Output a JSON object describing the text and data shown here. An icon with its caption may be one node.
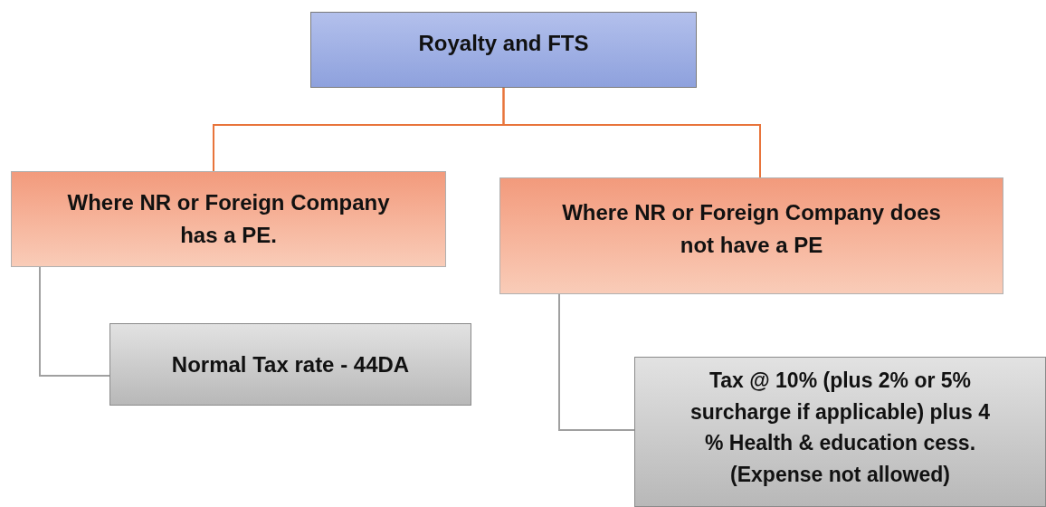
{
  "diagram": {
    "nodes": [
      {
        "text": [
          "Royalty and FTS"
        ]
      },
      {
        "text": [
          "Where NR or Foreign Company has a PE."
        ]
      },
      {
        "text": [
          "Where NR or Foreign Company does not have a PE"
        ]
      },
      {
        "text": [
          "Normal Tax rate - 44DA"
        ]
      },
      {
        "text": [
          "Tax @ 10% (plus 2% or 5% surcharge if applicable) plus 4 % Health & education cess. (Expense not allowed)"
        ]
      }
    ],
    "edges": [
      {
        "from": 0,
        "to": 1,
        "arrow": "none",
        "color": "#e8743b"
      },
      {
        "from": 0,
        "to": 2,
        "arrow": "none",
        "color": "#e8743b"
      },
      {
        "from": 1,
        "to": 3,
        "arrow": "none",
        "color": "#a0a0a0"
      },
      {
        "from": 2,
        "to": 4,
        "arrow": "none",
        "color": "#a0a0a0"
      }
    ]
  }
}
